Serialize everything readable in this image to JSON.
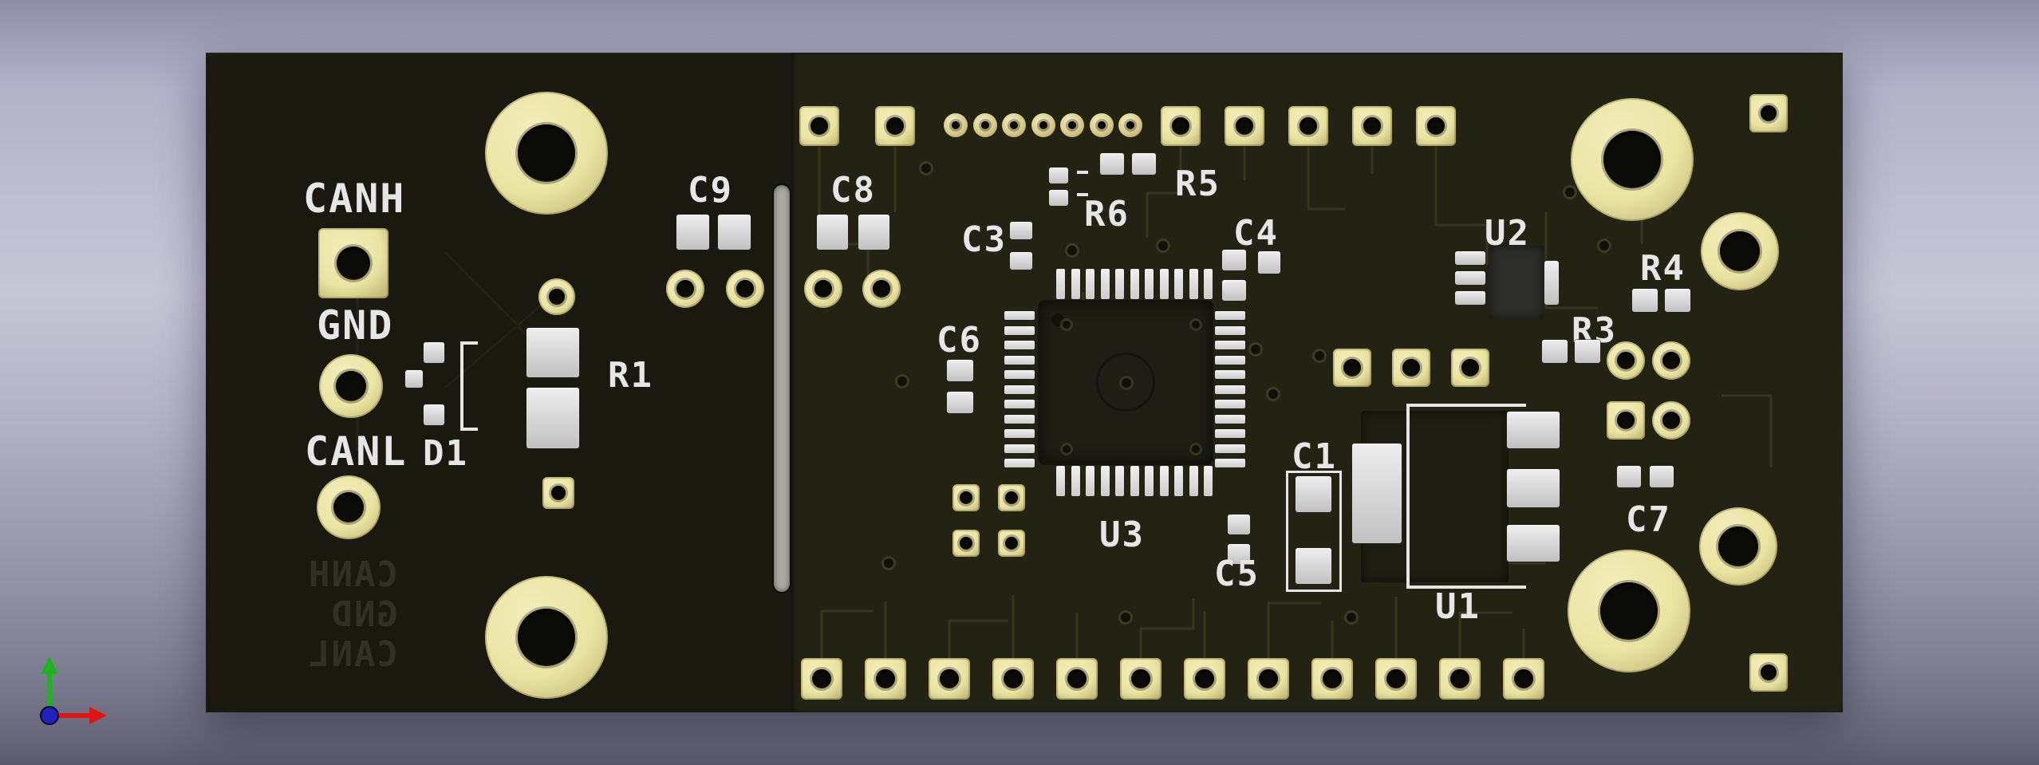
{
  "view": {
    "type": "pcb-3d-viewer"
  },
  "board": {
    "front_silkscreen": {
      "canh": "CANH",
      "gnd": "GND",
      "canl": "CANL",
      "d1": "D1",
      "r1": "R1",
      "c9": "C9",
      "c8": "C8",
      "c3": "C3",
      "r6": "R6",
      "r5": "R5",
      "c4": "C4",
      "c6": "C6",
      "u3": "U3",
      "c5": "C5",
      "c1": "C1",
      "u1": "U1",
      "u2": "U2",
      "r3": "R3",
      "r4": "R4",
      "c7": "C7"
    },
    "back_silkscreen_showthrough": {
      "line1": "CANH",
      "line2": "GND",
      "line3": "CANL"
    }
  },
  "colors": {
    "bg_top": "#8e8ea6",
    "bg_mid": "#c6c6d7",
    "bg_bottom": "#5a5a6c",
    "board_dark": "#191910",
    "board_light": "#232314",
    "copper_trace": "#3a3a21",
    "pad_gold": "#eae4a2",
    "pad_gold_deep": "#b7ad6d",
    "silkscreen": "#e6e6e6",
    "slot": "#a9a9a1",
    "hole": "#0b0b07",
    "axis_x": "#e01414",
    "axis_y": "#1db51d",
    "axis_z": "#2121bb"
  }
}
